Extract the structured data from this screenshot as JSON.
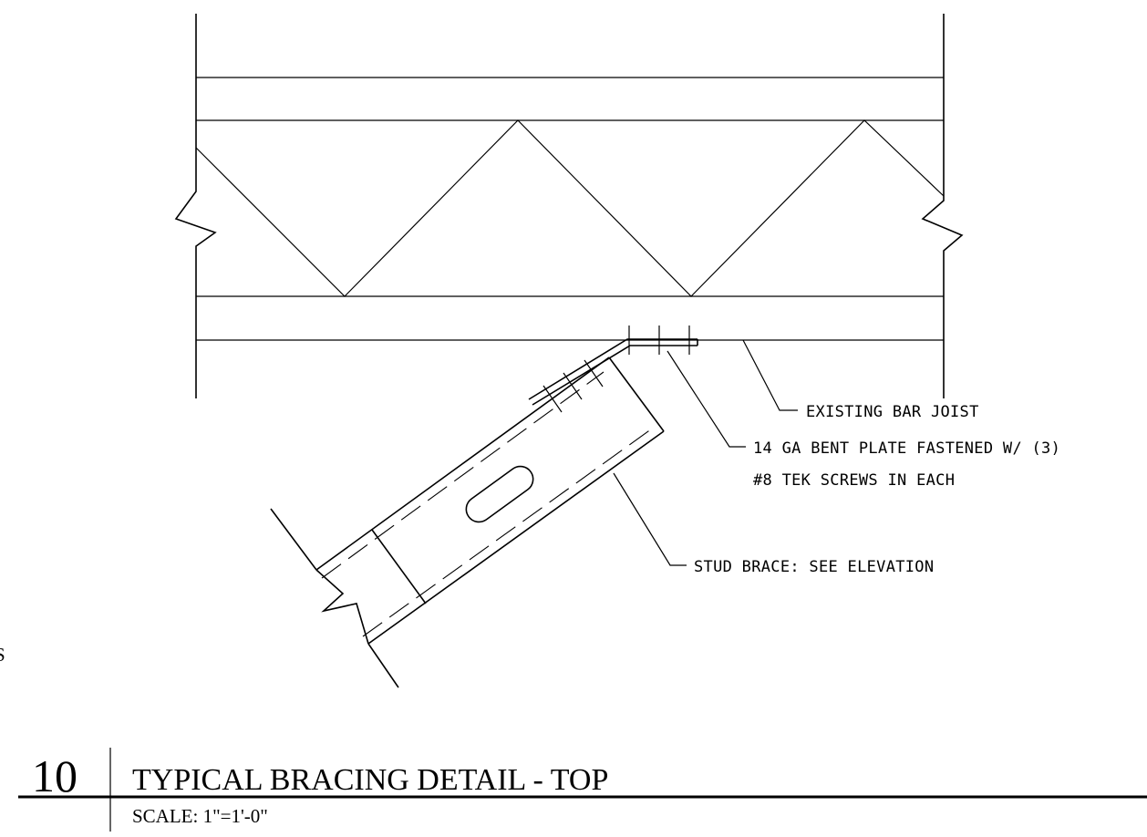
{
  "callouts": {
    "existing_bar_joist": "EXISTING BAR JOIST",
    "bent_plate_line1": "14 GA BENT PLATE FASTENED W/ (3)",
    "bent_plate_line2": "#8 TEK SCREWS IN EACH",
    "stud_brace": "STUD BRACE: SEE ELEVATION"
  },
  "title_block": {
    "detail_number": "10",
    "title": "TYPICAL BRACING DETAIL - TOP",
    "scale": "SCALE: 1\"=1'-0\""
  },
  "edge_fragment": "S"
}
